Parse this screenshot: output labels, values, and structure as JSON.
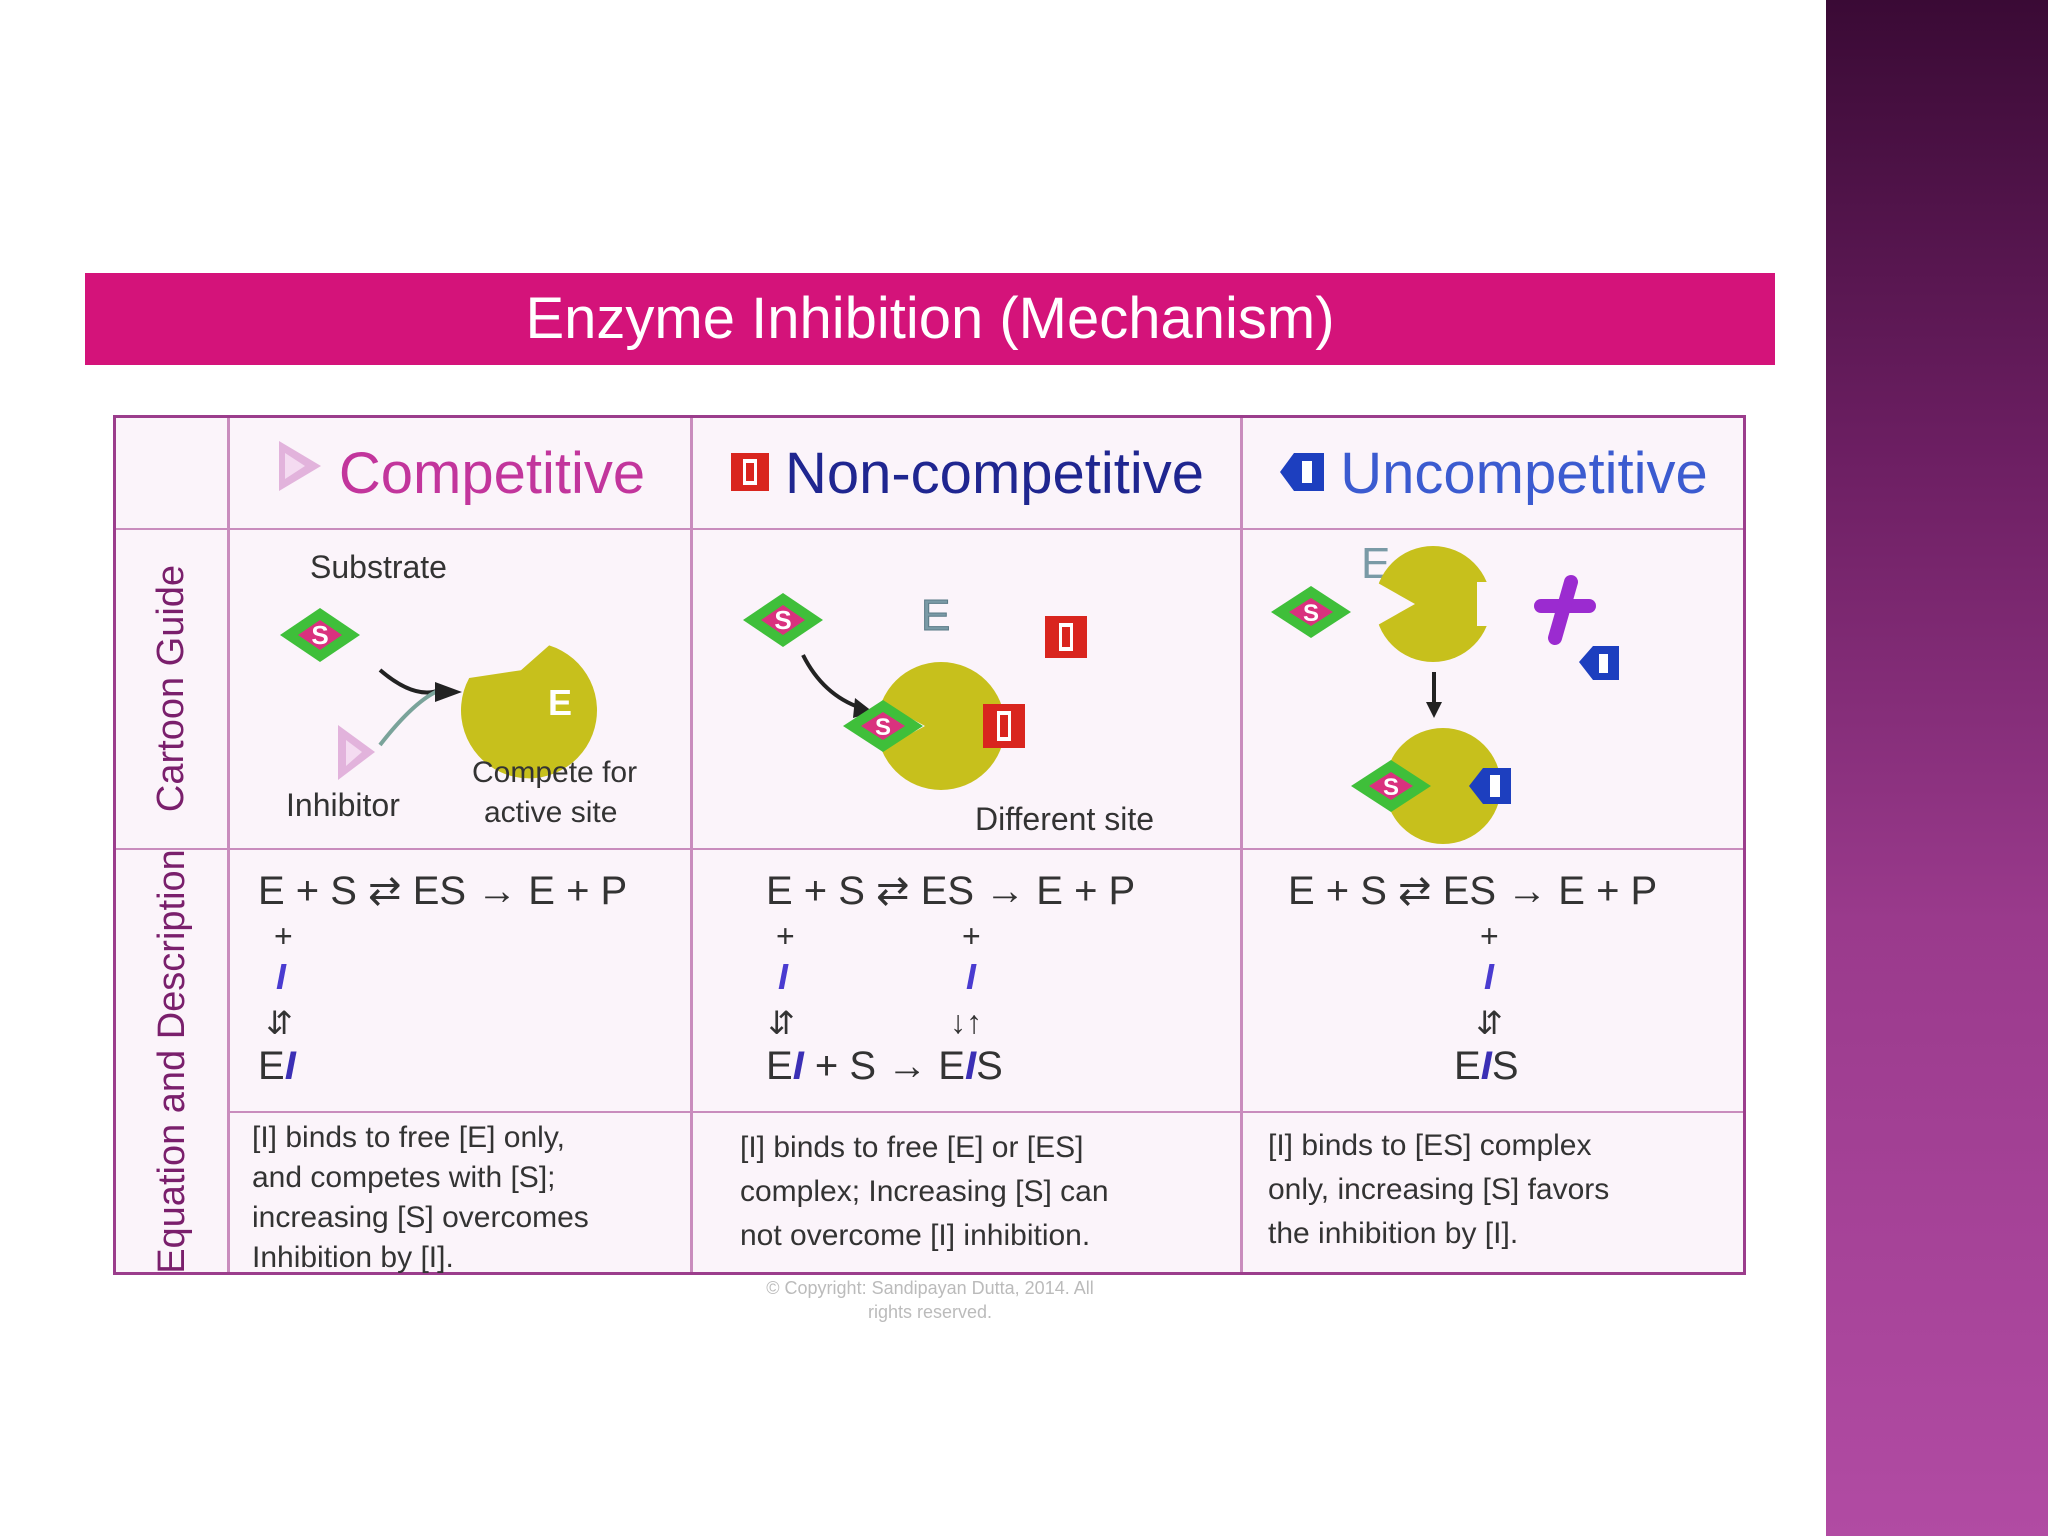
{
  "title": "Enzyme Inhibition (Mechanism)",
  "columns": [
    {
      "label": "Competitive",
      "color": "#c2359c"
    },
    {
      "label": "Non-competitive",
      "color": "#1f2690"
    },
    {
      "label": "Uncompetitive",
      "color": "#3b5bd0"
    }
  ],
  "rows": {
    "cartoon": "Cartoon Guide",
    "equation": "Equation and Description"
  },
  "cartoon": {
    "competitive": {
      "substrate_label": "Substrate",
      "inhibitor_label": "Inhibitor",
      "compete_line1": "Compete for",
      "compete_line2": "active site",
      "enzyme_letter": "E",
      "substrate_letter": "S"
    },
    "noncompetitive": {
      "enzyme_letter": "E",
      "substrate_letter": "S",
      "site_label": "Different site"
    },
    "uncompetitive": {
      "enzyme_letter": "E",
      "substrate_letter": "S"
    }
  },
  "equations": {
    "main": "E + S ⇄ ES → E + P",
    "plus": "+",
    "inhibitor": "I",
    "equilibrium": "⇵",
    "arrows_pair": "↓↑",
    "competitive_product": "E",
    "noncompetitive_product_a": "E",
    "noncompetitive_product_b": " + S → E",
    "noncompetitive_product_c": "S",
    "uncompetitive_product_a": "E",
    "uncompetitive_product_b": "S"
  },
  "descriptions": {
    "competitive": [
      "[I] binds to free [E] only,",
      "and competes with [S];",
      "increasing [S] overcomes",
      "Inhibition by [I]."
    ],
    "noncompetitive": [
      "[I] binds to free [E] or [ES]",
      "complex; Increasing [S] can",
      "not overcome [I] inhibition."
    ],
    "uncompetitive": [
      "[I] binds to [ES] complex",
      "only, increasing [S] favors",
      "the inhibition by [I]."
    ]
  },
  "copyright": [
    "© Copyright: Sandipayan Dutta, 2014. All",
    "rights reserved."
  ],
  "colors": {
    "title_band": "#d4137a",
    "enzyme": "#c7c01c",
    "substrate": "#3fbf3a",
    "substrate_core": "#d9327e",
    "inhibitor_noncomp": "#d9251e",
    "inhibitor_uncomp": "#1d3fbf",
    "inhibitor_comp": "#d9a3d4",
    "cross": "#9b2bd0"
  }
}
